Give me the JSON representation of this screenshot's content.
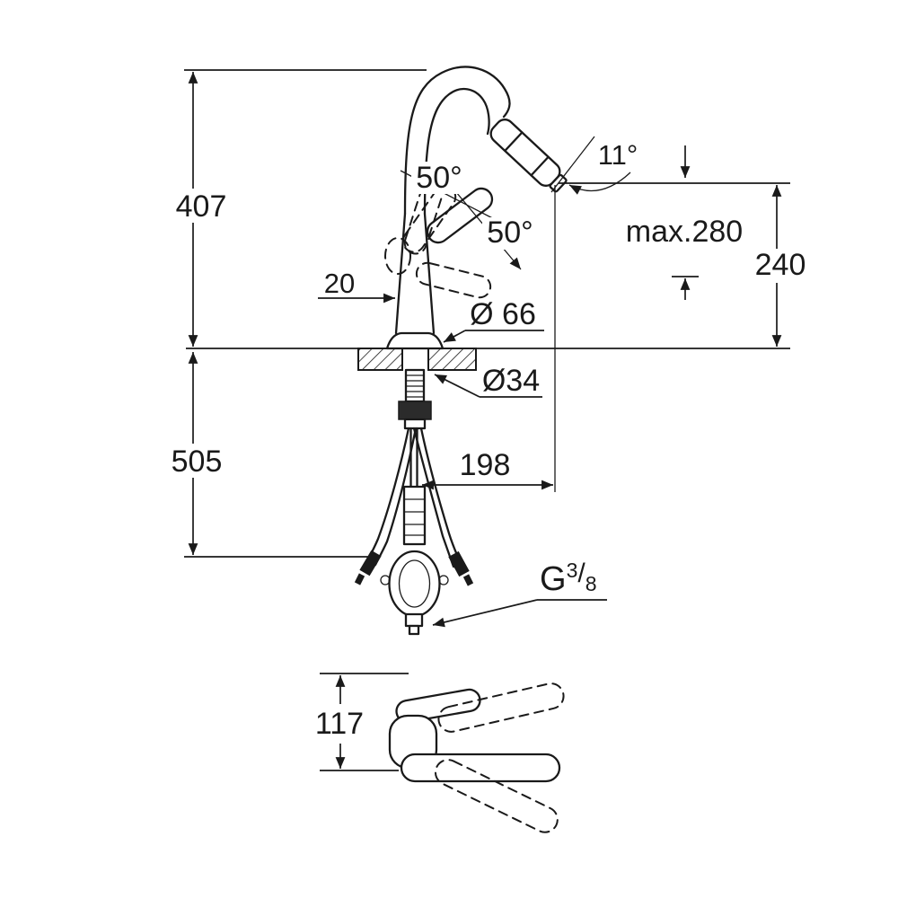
{
  "drawing": {
    "kind": "faucet-installation-dimension-drawing",
    "line_color": "#1a1a1a",
    "background_color": "#ffffff"
  },
  "dimensions": {
    "total_height": "407",
    "below_counter_depth": "505",
    "handle_angle_upper": "50°",
    "handle_angle_lower": "50°",
    "spout_tilt_angle": "11°",
    "max_height": "max.280",
    "spout_height": "240",
    "body_width": "20",
    "base_diameter": "Ø 66",
    "hole_diameter": "Ø34",
    "spout_reach": "198",
    "handle_height": "117",
    "thread": {
      "g": "G",
      "num": "3",
      "slash": "/",
      "den": "8"
    }
  }
}
